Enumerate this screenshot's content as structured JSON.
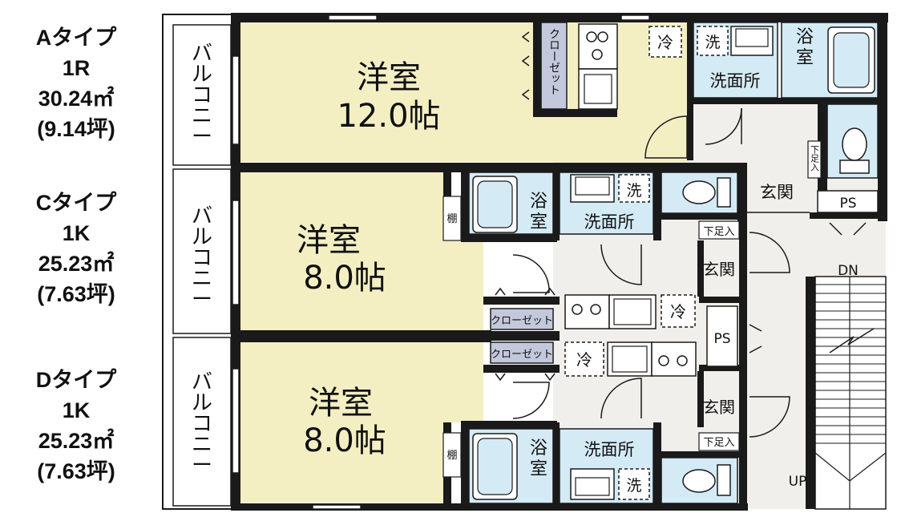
{
  "types": [
    {
      "name": "Aタイプ",
      "layout": "1R",
      "area": "30.24㎡",
      "tsubo": "(9.14坪)"
    },
    {
      "name": "Cタイプ",
      "layout": "1K",
      "area": "25.23㎡",
      "tsubo": "(7.63坪)"
    },
    {
      "name": "Dタイプ",
      "layout": "1K",
      "area": "25.23㎡",
      "tsubo": "(7.63坪)"
    }
  ],
  "balcony": [
    "バ",
    "ル",
    "コ",
    "ニ",
    "ー"
  ],
  "units": {
    "a": {
      "room_name": "洋室",
      "room_size": "12.0帖",
      "closet": "クローゼット",
      "fridge": "冷",
      "washer": "洗",
      "washroom": "洗面所",
      "bath": "浴室",
      "entrance": "玄関",
      "shoe_box": "下足入"
    },
    "c": {
      "room_name": "洋室",
      "room_size": "8.0帖",
      "shelf": "棚",
      "closet": "クローゼット",
      "fridge": "冷",
      "washer": "洗",
      "washroom": "洗面所",
      "bath": "浴室",
      "entrance": "玄関",
      "shoe_box": "下足入"
    },
    "d": {
      "room_name": "洋室",
      "room_size": "8.0帖",
      "shelf": "棚",
      "closet": "クローゼット",
      "fridge": "冷",
      "washer": "洗",
      "washroom": "洗面所",
      "bath": "浴室",
      "entrance": "玄関",
      "shoe_box": "下足入"
    }
  },
  "common": {
    "ps": "PS",
    "dn": "DN",
    "up": "UP"
  },
  "colors": {
    "room": "#f3efc3",
    "wet_area": "#d4ebf6",
    "closet": "#c4c8dc",
    "floor": "#f1efeb",
    "wall": "#1a1a1a"
  }
}
